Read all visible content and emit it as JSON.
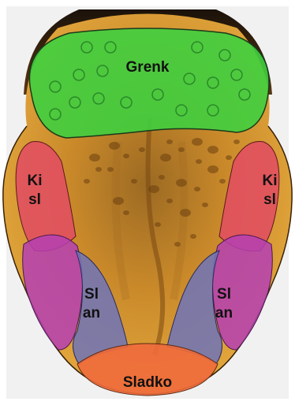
{
  "diagram": {
    "regions": {
      "bitter": {
        "label": "Grenk",
        "color": "#3fcf3f"
      },
      "sour_left": {
        "lines": [
          "Ki",
          "sl"
        ],
        "color": "#e24b63"
      },
      "sour_right": {
        "lines": [
          "Ki",
          "sl"
        ],
        "color": "#e24b63"
      },
      "salty_left": {
        "lines": [
          "Sl",
          "an"
        ],
        "color": "#6f74b9"
      },
      "salty_right": {
        "lines": [
          "Sl",
          "an"
        ],
        "color": "#6f74b9"
      },
      "sweet": {
        "label": "Sladko",
        "color": "#ef6a3c"
      }
    },
    "colors": {
      "tongue": "#d99a33",
      "tongue_dark": "#8f5a16",
      "background_gray": "#f1f1f1",
      "throat": "#2a1a0c",
      "mauve": "#b53fb4"
    }
  }
}
